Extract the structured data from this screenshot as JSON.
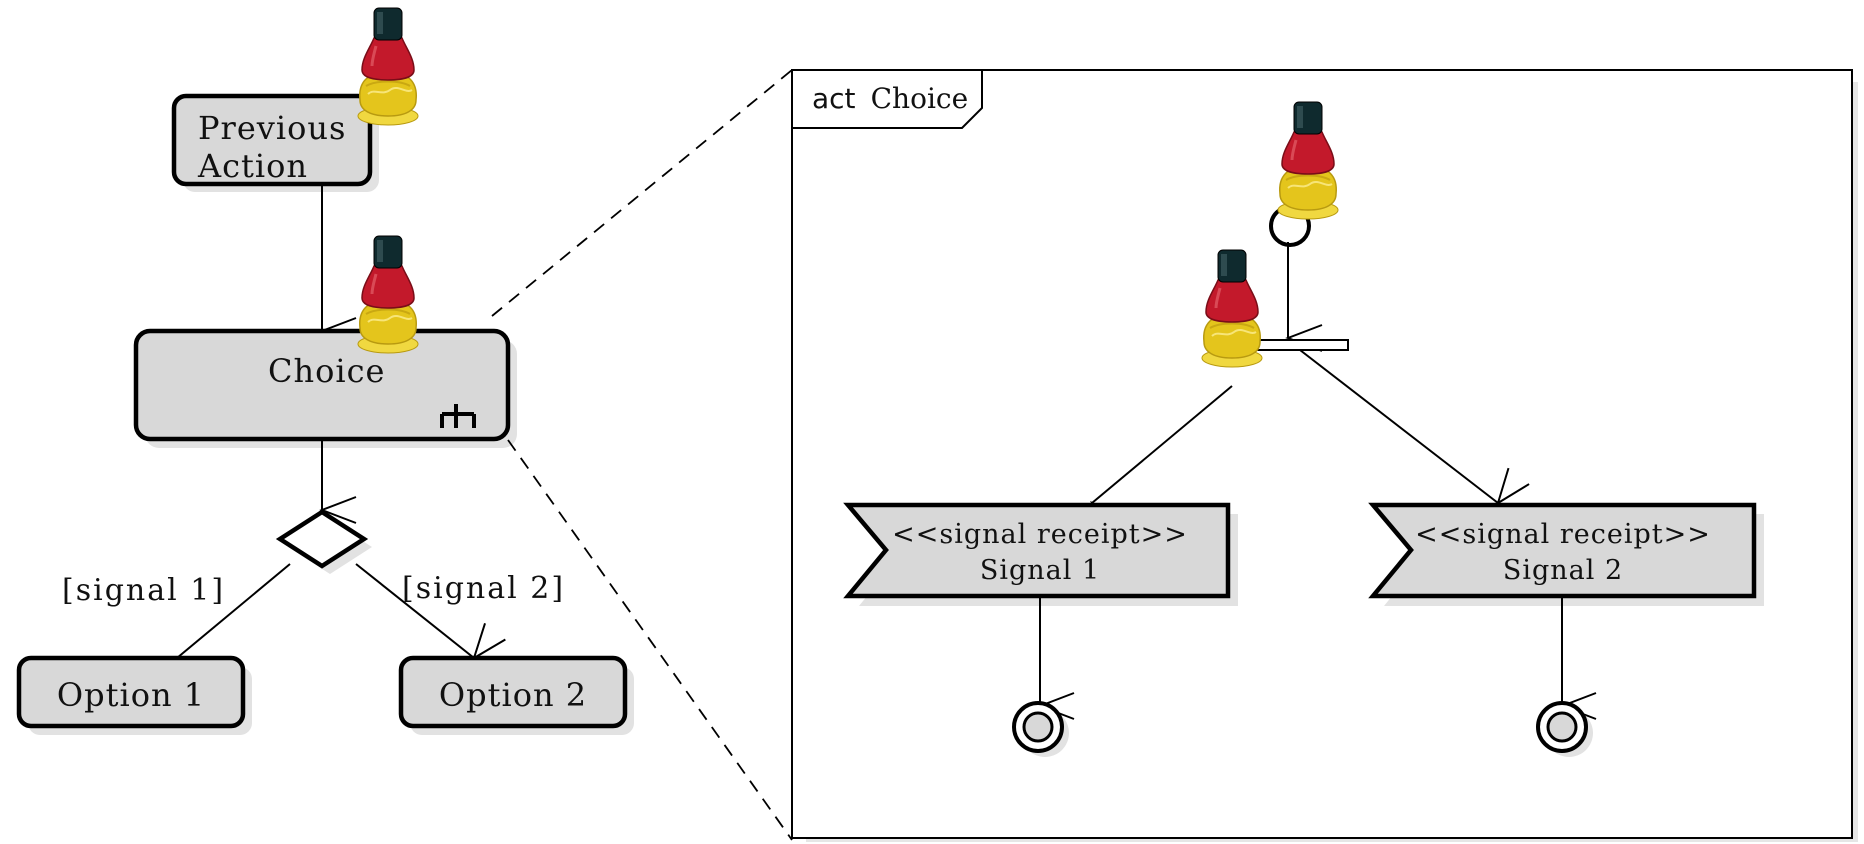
{
  "left_diagram": {
    "previous_action": {
      "line1": "Previous",
      "line2": "Action"
    },
    "choice_action": "Choice",
    "guard_1": "[signal 1]",
    "guard_2": "[signal 2]",
    "option_1": "Option 1",
    "option_2": "Option 2"
  },
  "frame": {
    "keyword": "act",
    "name": "Choice"
  },
  "signals": [
    {
      "stereotype": "<<signal receipt>>",
      "name": "Signal 1"
    },
    {
      "stereotype": "<<signal receipt>>",
      "name": "Signal 2"
    }
  ],
  "colors": {
    "node_fill": "#d8d8d8",
    "stroke": "#000000",
    "shadow": "#e2e2e2",
    "bottle_cap": "#0f2a2e",
    "bottle_glass": "#c0182a",
    "bottle_wax": "#e2c21a"
  },
  "icons": [
    "rake-icon",
    "sauce-bottle-icon"
  ]
}
